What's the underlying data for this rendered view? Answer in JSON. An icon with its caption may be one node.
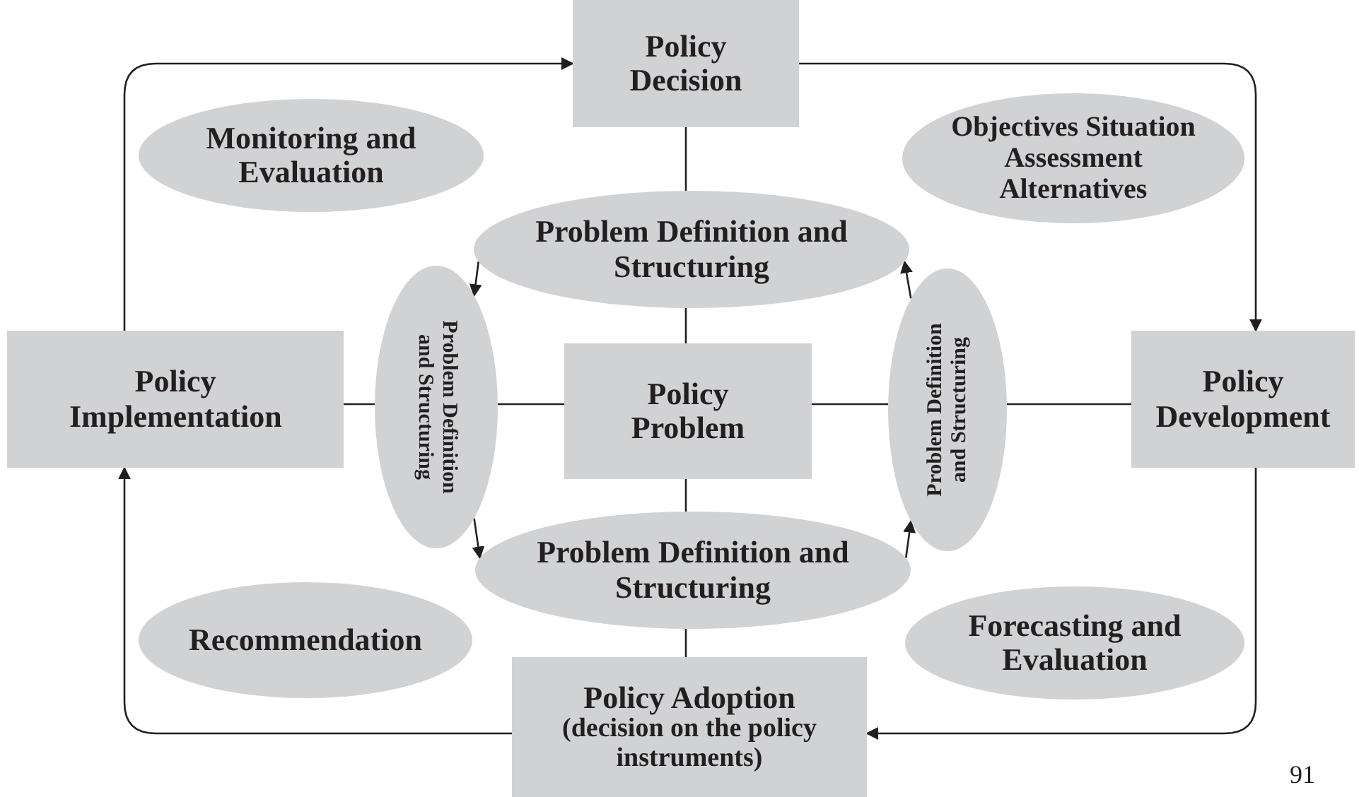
{
  "diagram": {
    "nodes": [
      {
        "text": [
          "Policy Decision"
        ]
      },
      {
        "text": [
          "Monitoring and Evaluation"
        ]
      },
      {
        "text": [
          "Objectives Situation Assessment Alternatives"
        ]
      },
      {
        "text": [
          "Problem Definition and Structuring"
        ]
      },
      {
        "text": [
          "Policy Implementation"
        ]
      },
      {
        "text": [
          "Problem Definition and Structuring"
        ]
      },
      {
        "text": [
          "Policy Problem"
        ]
      },
      {
        "text": [
          "Problem Definition and Structuring"
        ]
      },
      {
        "text": [
          "Policy Development"
        ]
      },
      {
        "text": [
          "Problem Definition and Structuring"
        ]
      },
      {
        "text": [
          "Recommendation"
        ]
      },
      {
        "text": [
          "Forecasting and Evaluation"
        ]
      },
      {
        "text": [
          "Policy Adoption",
          "(decision on the policy instruments)"
        ]
      }
    ],
    "edges": [
      {
        "from": 4,
        "to": 0,
        "arrow": "to"
      },
      {
        "from": 0,
        "to": 8,
        "arrow": "to"
      },
      {
        "from": 8,
        "to": 12,
        "arrow": "to"
      },
      {
        "from": 12,
        "to": 4,
        "arrow": "to"
      },
      {
        "from": 0,
        "to": 3,
        "arrow": "none"
      },
      {
        "from": 3,
        "to": 6,
        "arrow": "none"
      },
      {
        "from": 6,
        "to": 9,
        "arrow": "none"
      },
      {
        "from": 9,
        "to": 12,
        "arrow": "none"
      },
      {
        "from": 4,
        "to": 5,
        "arrow": "none"
      },
      {
        "from": 5,
        "to": 6,
        "arrow": "none"
      },
      {
        "from": 6,
        "to": 7,
        "arrow": "none"
      },
      {
        "from": 7,
        "to": 8,
        "arrow": "none"
      },
      {
        "from": 3,
        "to": 5,
        "arrow": "to"
      },
      {
        "from": 5,
        "to": 9,
        "arrow": "to"
      },
      {
        "from": 9,
        "to": 7,
        "arrow": "to"
      },
      {
        "from": 7,
        "to": 3,
        "arrow": "to"
      }
    ],
    "labels": [
      "91"
    ]
  }
}
